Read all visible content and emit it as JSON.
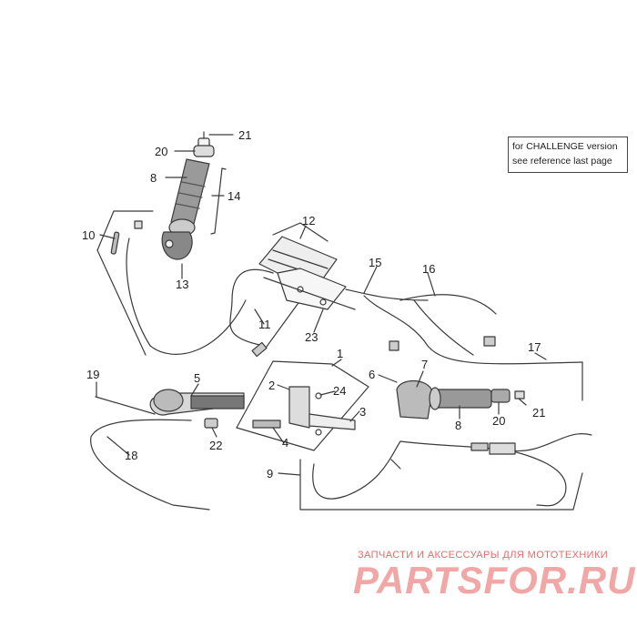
{
  "note": {
    "line1": "for CHALLENGE version",
    "line2": "see reference last page"
  },
  "callouts": {
    "c1": "1",
    "c2": "2",
    "c3": "3",
    "c4": "4",
    "c5": "5",
    "c6": "6",
    "c7": "7",
    "c8a": "8",
    "c8b": "8",
    "c9": "9",
    "c10": "10",
    "c11": "11",
    "c12": "12",
    "c13": "13",
    "c14": "14",
    "c15": "15",
    "c16": "16",
    "c17": "17",
    "c18": "18",
    "c19": "19",
    "c20a": "20",
    "c20b": "20",
    "c21a": "21",
    "c21b": "21",
    "c22": "22",
    "c23": "23",
    "c24": "24"
  },
  "watermark": {
    "tagline": "ЗАПЧАСТИ И АКСЕССУАРЫ ДЛЯ МОТОТЕХНИКИ",
    "logo": "PARTSFOR.RU"
  },
  "colors": {
    "line": "#3a3a3a",
    "watermark": "#e56b6b"
  }
}
